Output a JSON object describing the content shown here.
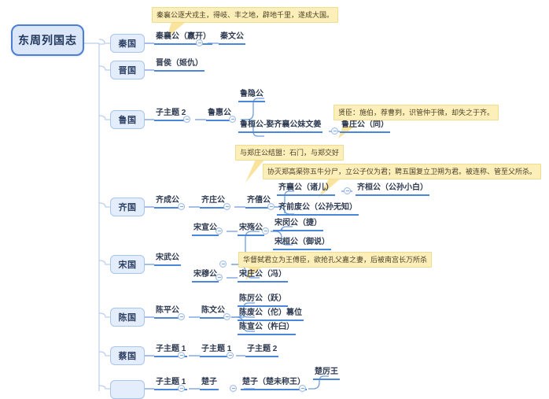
{
  "app": {
    "type": "mind-map",
    "background": "#ffffff",
    "accent_blue": "#4a86da",
    "node_fill": "#e4edfb",
    "note_fill": "#fdefb9"
  },
  "root": {
    "label": "东周列国志"
  },
  "branches": [
    {
      "id": "qin",
      "label": "秦国",
      "nodes": [
        {
          "label": "秦襄公（嬴开）"
        },
        {
          "label": "秦文公"
        }
      ]
    },
    {
      "id": "jin",
      "label": "晋国",
      "nodes": [
        {
          "label": "晋侯（姬仇）"
        }
      ]
    },
    {
      "id": "lu",
      "label": "鲁国",
      "nodes": [
        {
          "label": "子主题 2"
        },
        {
          "label": "鲁惠公"
        },
        {
          "label": "鲁隐公"
        },
        {
          "label": "鲁桓公-娶齐襄公妹文姜"
        },
        {
          "label": "鲁庄公（同）"
        }
      ]
    },
    {
      "id": "qi",
      "label": "齐国",
      "nodes": [
        {
          "label": "齐成公"
        },
        {
          "label": "齐庄公"
        },
        {
          "label": "齐僖公"
        },
        {
          "label": "齐襄公（诸儿）"
        },
        {
          "label": "齐桓公（公孙小白）"
        },
        {
          "label": "齐前废公（公孙无知）"
        }
      ]
    },
    {
      "id": "song",
      "label": "宋国",
      "nodes": [
        {
          "label": "宋武公"
        },
        {
          "label": "宋宣公"
        },
        {
          "label": "宋殇公"
        },
        {
          "label": "宋闵公（捷）"
        },
        {
          "label": "宋桓公（御说）"
        },
        {
          "label": "宋穆公"
        },
        {
          "label": "宋庄公（冯）"
        }
      ]
    },
    {
      "id": "chen",
      "label": "陈国",
      "nodes": [
        {
          "label": "陈平公"
        },
        {
          "label": "陈文公"
        },
        {
          "label": "陈厉公（跃）"
        },
        {
          "label": "陈废公（佗）篡位"
        },
        {
          "label": "陈宣公（杵臼）"
        }
      ]
    },
    {
      "id": "cai",
      "label": "蔡国",
      "nodes": [
        {
          "label": "子主题 1"
        },
        {
          "label": "子主题 1"
        },
        {
          "label": "子主题 2"
        }
      ]
    },
    {
      "id": "chu",
      "label": "",
      "nodes": [
        {
          "label": "子主题 1"
        },
        {
          "label": "楚子"
        },
        {
          "label": "楚子（楚未称王）"
        },
        {
          "label": "楚厉王"
        }
      ]
    }
  ],
  "notes": [
    {
      "id": "note-qin",
      "text": "秦襄公逐犬戎主，得岐、丰之地，辟地千里，遂成大国。"
    },
    {
      "id": "note-lu",
      "text": "贤臣：施伯，荐曹刿，识管仲于微，却失之于齐。"
    },
    {
      "id": "note-qi-1",
      "text": "与郑庄公结盟：石门，与郑交好"
    },
    {
      "id": "note-qi-2",
      "text": "协灭郑高渠弥五牛分尸，立公子仪为君；聘五国复立卫朔为君。被连称、管至父所杀。"
    },
    {
      "id": "note-song",
      "text": "华督弑君立为王傅臣，欲抢孔父嘉之妻，后被南宫长万所杀"
    }
  ]
}
